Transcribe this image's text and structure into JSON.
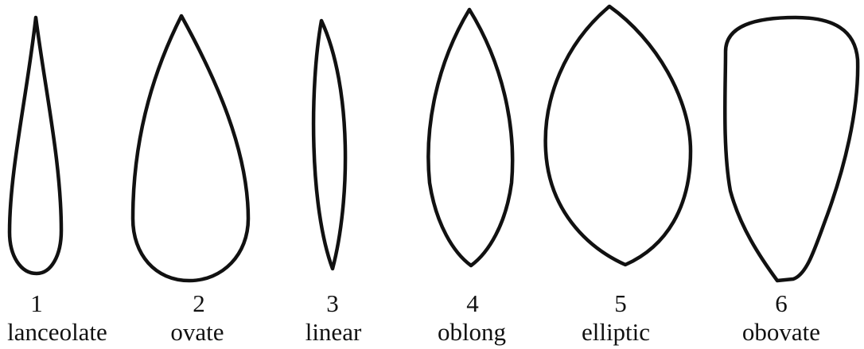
{
  "shapes": [
    {
      "number": "1",
      "name": "lanceolate"
    },
    {
      "number": "2",
      "name": "ovate"
    },
    {
      "number": "3",
      "name": "linear"
    },
    {
      "number": "4",
      "name": "oblong"
    },
    {
      "number": "5",
      "name": "elliptic"
    },
    {
      "number": "6",
      "name": "obovate"
    }
  ]
}
